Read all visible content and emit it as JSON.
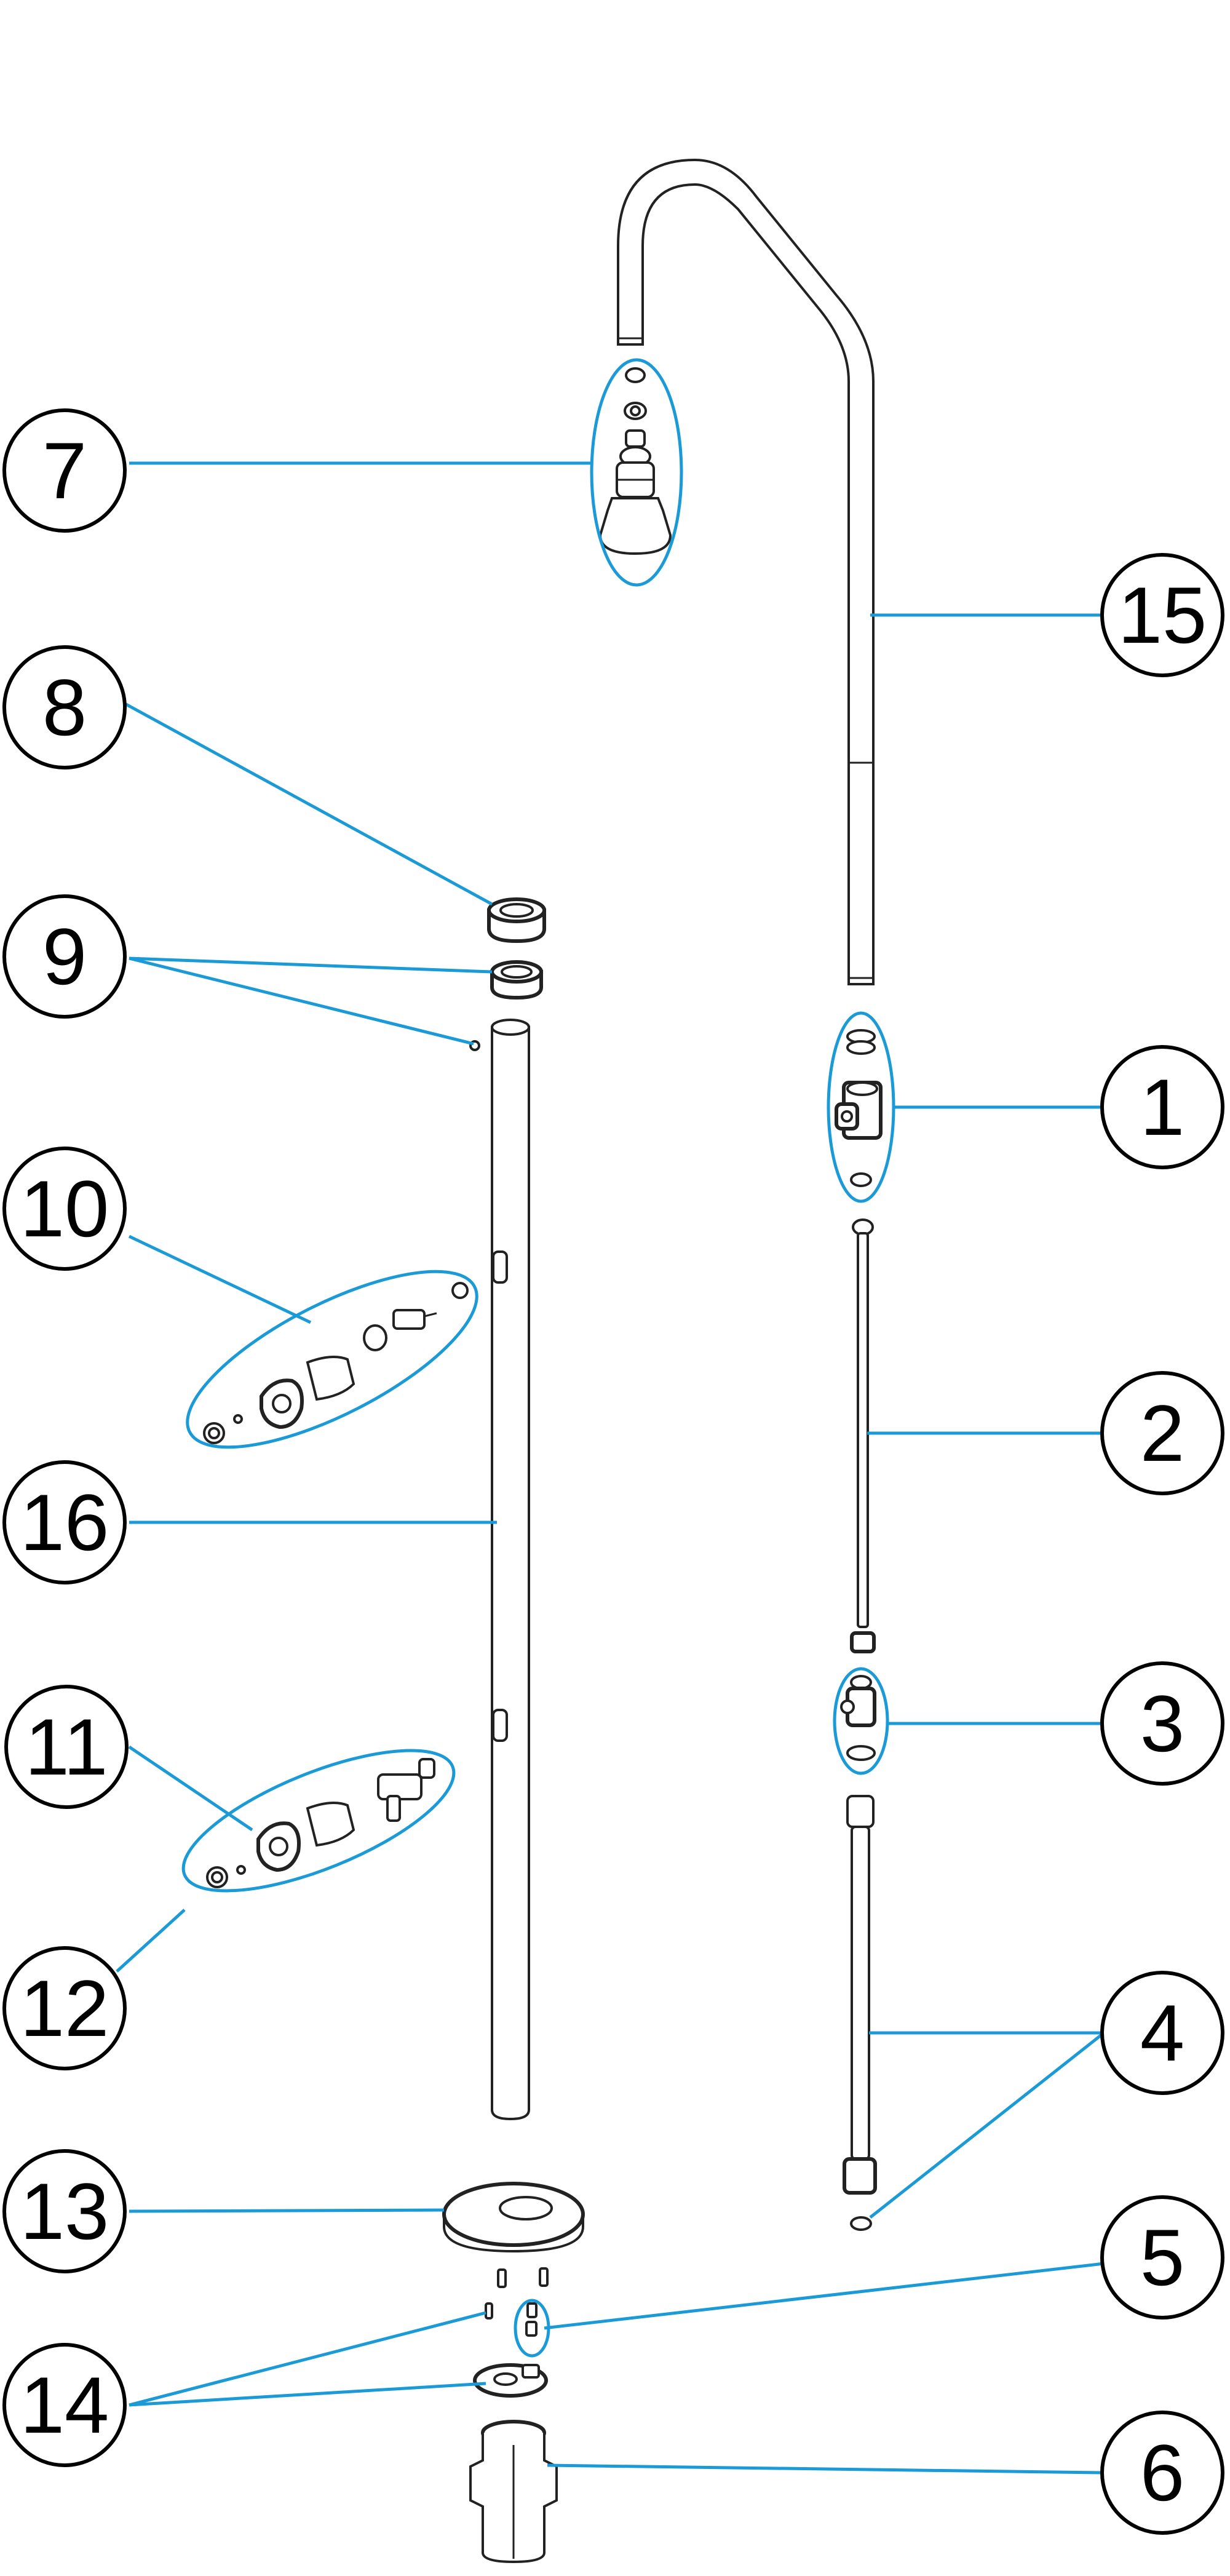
{
  "callouts": [
    {
      "id": "1",
      "label": "1"
    },
    {
      "id": "2",
      "label": "2"
    },
    {
      "id": "3",
      "label": "3"
    },
    {
      "id": "4",
      "label": "4"
    },
    {
      "id": "5",
      "label": "5"
    },
    {
      "id": "6",
      "label": "6"
    },
    {
      "id": "7",
      "label": "7"
    },
    {
      "id": "8",
      "label": "8"
    },
    {
      "id": "9",
      "label": "9"
    },
    {
      "id": "10",
      "label": "10"
    },
    {
      "id": "11",
      "label": "11"
    },
    {
      "id": "12",
      "label": "12"
    },
    {
      "id": "13",
      "label": "13"
    },
    {
      "id": "14",
      "label": "14"
    },
    {
      "id": "15",
      "label": "15"
    },
    {
      "id": "16",
      "label": "16"
    }
  ],
  "colors": {
    "leader": "#1a9ad6",
    "outline": "#222222",
    "background": "#ffffff"
  }
}
